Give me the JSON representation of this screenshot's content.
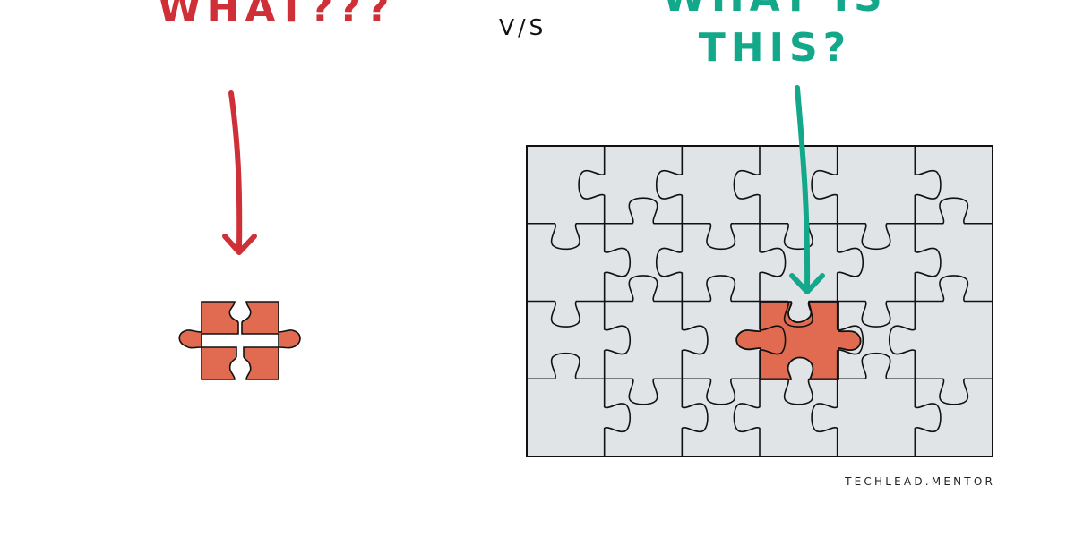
{
  "left_caption": {
    "text": "WHAT???",
    "color": "#cf2f36"
  },
  "separator": {
    "text": "V/S"
  },
  "right_caption": {
    "lines": [
      "WHAT IS",
      "THIS?"
    ],
    "color": "#13a88a"
  },
  "credit": {
    "text": "TECHLEAD.MENTOR"
  },
  "colors": {
    "piece_fill": "#e0e4e7",
    "highlight_fill": "#e06b50",
    "outline": "#111111"
  },
  "puzzle": {
    "rows": 4,
    "cols": 6,
    "highlighted_piece": {
      "row": 3,
      "col": 4
    }
  },
  "loose_pieces": {
    "count": 4
  }
}
